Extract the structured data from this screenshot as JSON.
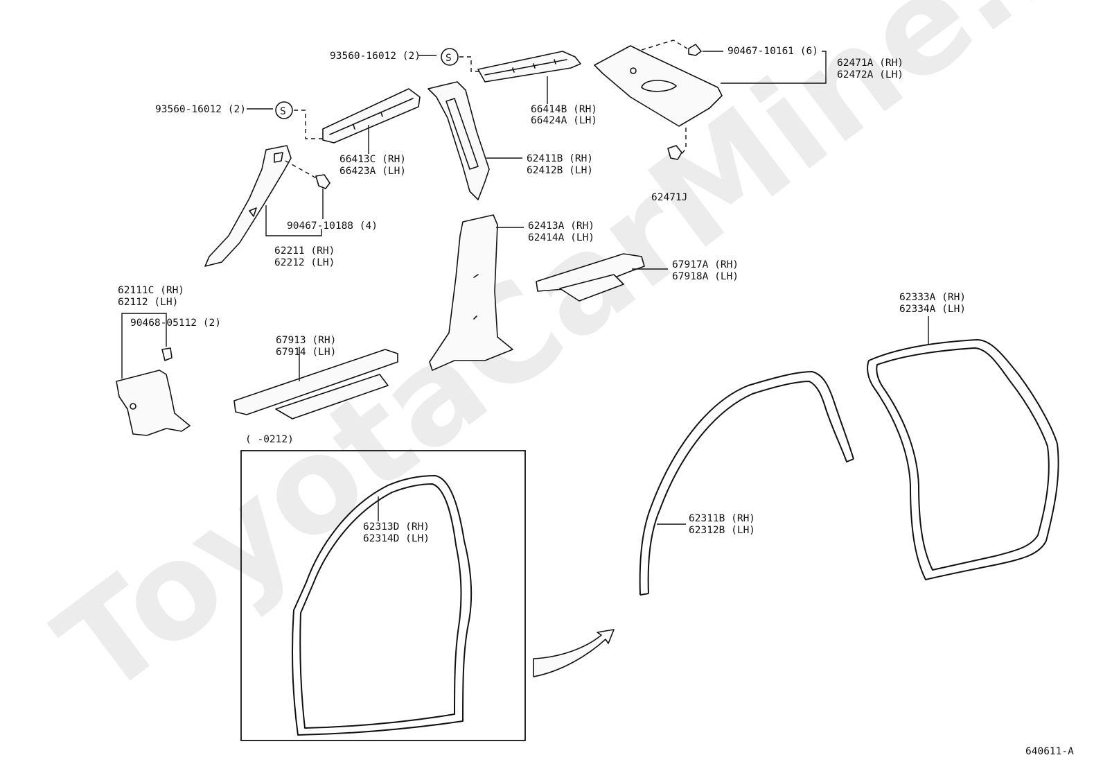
{
  "watermark": "ToyotaCarMine.ru",
  "figure_code": "640611-A",
  "inset_range": "(      -0212)",
  "s_symbol": "S",
  "callouts": {
    "bolt_93560_upper": "93560-16012 (2)",
    "bolt_93560_left": "93560-16012 (2)",
    "clip_90467_10161": "90467-10161 (6)",
    "quarter_trim_rh": "62471A (RH)",
    "quarter_trim_lh": "62472A (LH)",
    "rail_66414_rh": "66414B (RH)",
    "rail_66424_lh": "66424A (LH)",
    "rail_66413_rh": "66413C (RH)",
    "rail_66423_lh": "66423A (LH)",
    "pillar_62411_rh": "62411B (RH)",
    "pillar_62412_lh": "62412B (LH)",
    "clip_62471j": "62471J",
    "clip_90467_10188": "90467-10188 (4)",
    "a_pillar_rh": "62211 (RH)",
    "a_pillar_lh": "62212 (LH)",
    "b_pillar_rh": "62413A (RH)",
    "b_pillar_lh": "62414A (LH)",
    "rear_scuff_rh": "67917A (RH)",
    "rear_scuff_lh": "67918A (LH)",
    "cowl_side_rh": "62111C (RH)",
    "cowl_side_lh": "62112   (LH)",
    "clip_90468": "90468-05112 (2)",
    "front_scuff_rh": "67913 (RH)",
    "front_scuff_lh": "67914 (LH)",
    "rear_door_seal_rh": "62333A (RH)",
    "rear_door_seal_lh": "62334A (LH)",
    "front_door_seal_rh": "62313D (RH)",
    "front_door_seal_lh": "62314D (LH)",
    "opening_trim_rh": "62311B (RH)",
    "opening_trim_lh": "62312B (LH)"
  }
}
